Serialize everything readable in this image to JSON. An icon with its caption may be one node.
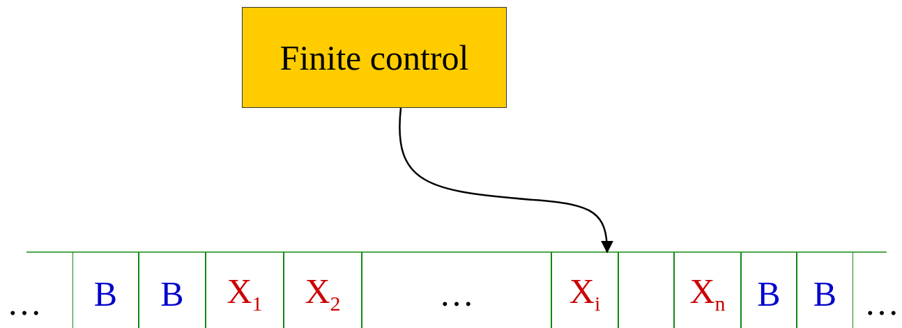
{
  "diagram": {
    "nodes": [
      {
        "text": [
          "Finite control"
        ]
      },
      {
        "text": [
          "B"
        ]
      },
      {
        "text": [
          "B"
        ]
      },
      {
        "text": [
          "X$_{1}$"
        ]
      },
      {
        "text": [
          "X$_{2}$"
        ]
      },
      {
        "text": [
          "…"
        ]
      },
      {
        "text": [
          "X$_{i}$"
        ]
      },
      {
        "text": [],
        "shape": "box"
      },
      {
        "text": [
          "X$_{n}$"
        ]
      },
      {
        "text": [
          "B"
        ]
      },
      {
        "text": [
          "B"
        ]
      }
    ],
    "edges": [
      {
        "from": 0,
        "to": 6,
        "arrow": "to"
      }
    ],
    "labels": [
      "…",
      "…"
    ]
  }
}
